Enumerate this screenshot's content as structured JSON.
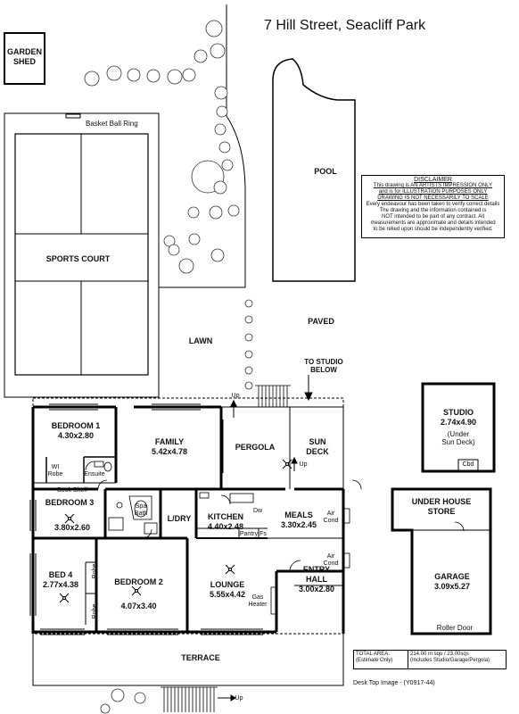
{
  "title": "7 Hill Street, Seacliff Park",
  "disclaimer": {
    "heading": "DISCLAIMER",
    "line1": "This drawing is AN ARTISTS IMPRESSION ONLY",
    "line2": "and is for ILLUSTRATION PURPOSES ONLY",
    "line3": "DRAWING IS NOT NECESSARILY TO SCALE",
    "line4": "Every endeavour has been taken to verify correct details",
    "line5": "The drawing and the information contained is",
    "line6": "NOT intended to be part of any contract. All",
    "line7": "measurements are approximate and details intended",
    "line8": "to be relied upon should be independently verified."
  },
  "outdoor": {
    "garden_shed": "GARDEN\nSHED",
    "basket_ball_ring": "Basket Ball Ring",
    "sports_court": "SPORTS COURT",
    "pool": "POOL",
    "paved": "PAVED",
    "lawn": "LAWN",
    "to_studio": "TO STUDIO\nBELOW",
    "terrace": "TERRACE"
  },
  "rooms": {
    "bedroom1": {
      "name": "BEDROOM 1",
      "size": "4.30x2.80"
    },
    "family": {
      "name": "FAMILY",
      "size": "5.42x4.78"
    },
    "pergola": {
      "name": "PERGOLA"
    },
    "sun_deck": {
      "name": "SUN\nDECK"
    },
    "bedroom3": {
      "name": "BEDROOM 3",
      "size": "3.80x2.60"
    },
    "ldry": {
      "name": "L/DRY"
    },
    "kitchen": {
      "name": "KITCHEN",
      "size": "4.40x2.48"
    },
    "meals": {
      "name": "MEALS",
      "size": "3.30x2.45"
    },
    "bed4": {
      "name": "BED 4",
      "size": "2.77x4.38"
    },
    "bedroom2": {
      "name": "BEDROOM 2",
      "size": "4.07x3.40"
    },
    "lounge": {
      "name": "LOUNGE",
      "size": "5.55x4.42"
    },
    "entry_hall": {
      "name": "ENTRY\nHALL",
      "size": "3.00x2.80"
    },
    "studio": {
      "name": "STUDIO",
      "size": "2.74x4.90",
      "note": "(Under\nSun Deck)",
      "cbd": "Cbd"
    },
    "under_house_store": {
      "name": "UNDER HOUSE\nSTORE"
    },
    "garage": {
      "name": "GARAGE",
      "size": "3.09x5.27",
      "door": "Roller Door"
    }
  },
  "fixtures": {
    "wi_robe": "WI\nRobe",
    "ensuite": "Ensuite",
    "book_shelf": "Book Shelf",
    "spa_bath": "Spa\nBath",
    "dw": "Dw",
    "pantry": "Pantry",
    "fs": "Fs",
    "air_cond_1": "Air\nCond",
    "air_cond_2": "Air\nCond",
    "robe1": "Robe",
    "robe2": "Robe",
    "gas_heater": "Gas\nHeater",
    "up1": "Up",
    "up2": "Up",
    "up3": "Up"
  },
  "total_area": {
    "label": "TOTAL AREA:\n(Estimate Only)",
    "value": "214.00 m squ / 23.00sqs\n(Includes Studio/Garage/Pergola)"
  },
  "footer": "Desk Top Image - (Y0917-44)"
}
